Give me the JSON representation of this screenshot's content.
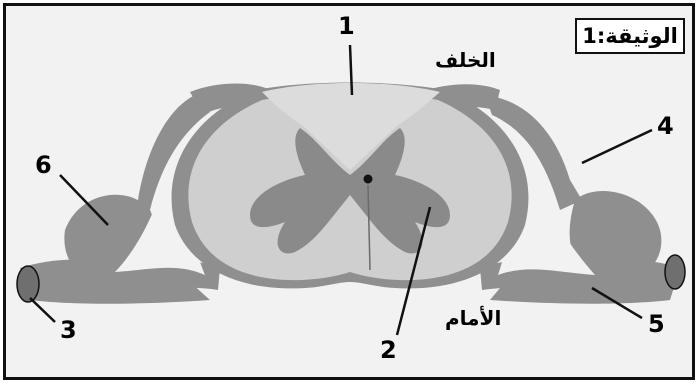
{
  "document_title": "الوثيقة:1",
  "orientation": {
    "back": "الخلف",
    "front": "الأمام"
  },
  "labels": [
    "1",
    "2",
    "3",
    "4",
    "5",
    "6"
  ],
  "colors": {
    "frame_background": "#f2f2f2",
    "white_matter": "#cfcfcf",
    "grey_matter": "#8a8a8a",
    "nerve_roots": "#8f8f8f",
    "outline": "#111111"
  }
}
